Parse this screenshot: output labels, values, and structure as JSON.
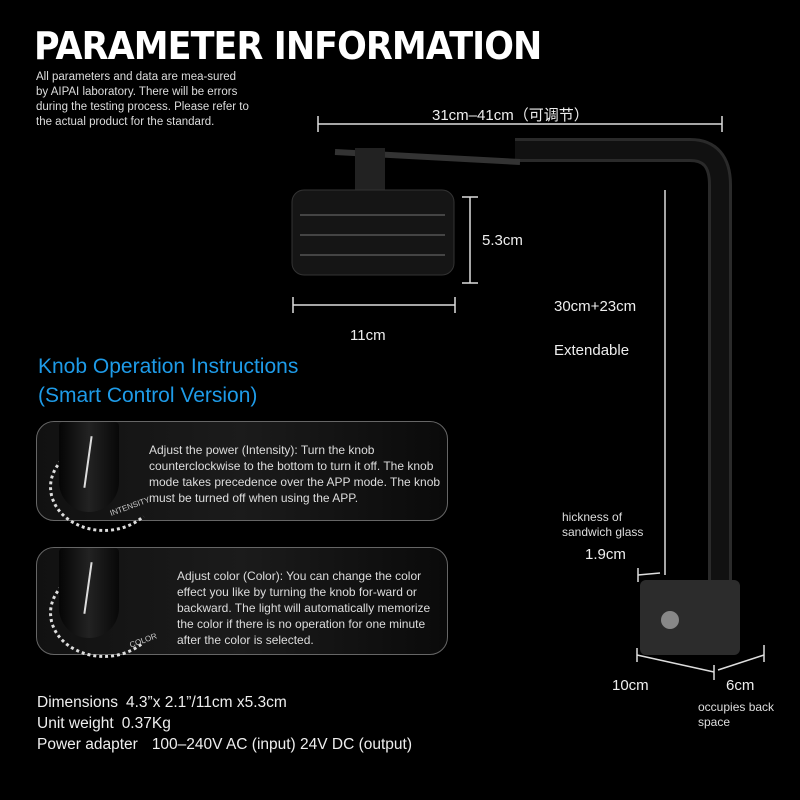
{
  "title": "PARAMETER INFORMATION",
  "intro": "All parameters and data are mea-sured by AIPAI laboratory. There will be errors during the testing process. Please refer to the actual product for the standard.",
  "dims": {
    "arm_width": "31cm–41cm（可调节）",
    "lamp_height": "5.3cm",
    "lamp_width": "11cm",
    "arm_height": "30cm+23cm",
    "extendable": "Extendable",
    "glass_label": "hickness of sandwich glass",
    "glass_value": "1.9cm",
    "clamp_width": "10cm",
    "clamp_depth": "6cm",
    "back_space": "occupies back space"
  },
  "knob": {
    "title_line1": "Knob Operation Instructions",
    "title_line2": "(Smart Control Version)",
    "intensity_label": "INTENSITY",
    "intensity_text": "Adjust the power (Intensity): Turn the knob counterclockwise to the bottom to turn it off. The knob mode takes precedence over the APP mode. The knob must be turned off when using the APP.",
    "color_label": "COLOR",
    "color_text": "Adjust color (Color): You can change the color effect you like by turning the knob for-ward or backward. The light will automatically memorize the color if there is no operation for one minute after the color is selected."
  },
  "specs": [
    {
      "label": "Dimensions",
      "value": "4.3”x 2.1”/11cm x5.3cm"
    },
    {
      "label": "Unit weight",
      "value": "0.37Kg"
    },
    {
      "label": "Power adapter",
      "value": "100–240V AC (input) 24V DC (output)"
    }
  ],
  "accent": "#1e9be8"
}
